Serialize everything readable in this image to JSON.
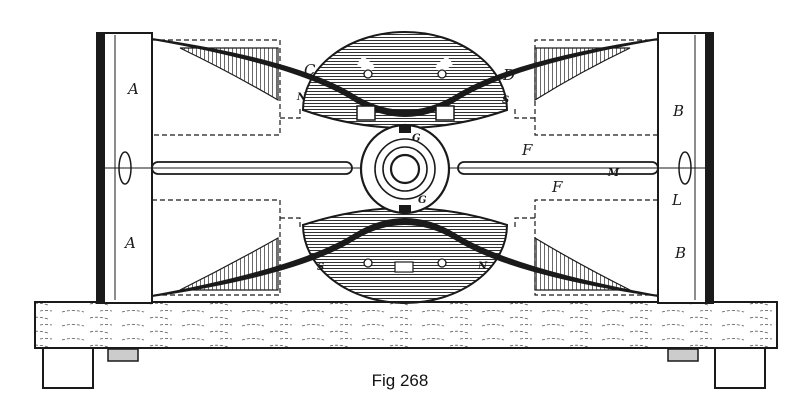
{
  "figure": {
    "caption": "Fig 268",
    "ink_color": "#1a1a1a",
    "paper_color": "#ffffff"
  },
  "labels": {
    "pole_upper_left": "A",
    "pole_lower_left": "A",
    "pole_upper_right": "B",
    "pole_lower_right": "B",
    "core_upper_left": "C",
    "core_upper_right": "D",
    "polarity_upper_left": "N",
    "polarity_upper_right": "S",
    "polarity_lower_left": "S",
    "polarity_lower_right": "N",
    "armature_top": "G",
    "armature_bottom": "G",
    "shaft_upper": "F",
    "shaft_lower": "F",
    "shaft_end": "M",
    "bearing": "L"
  }
}
